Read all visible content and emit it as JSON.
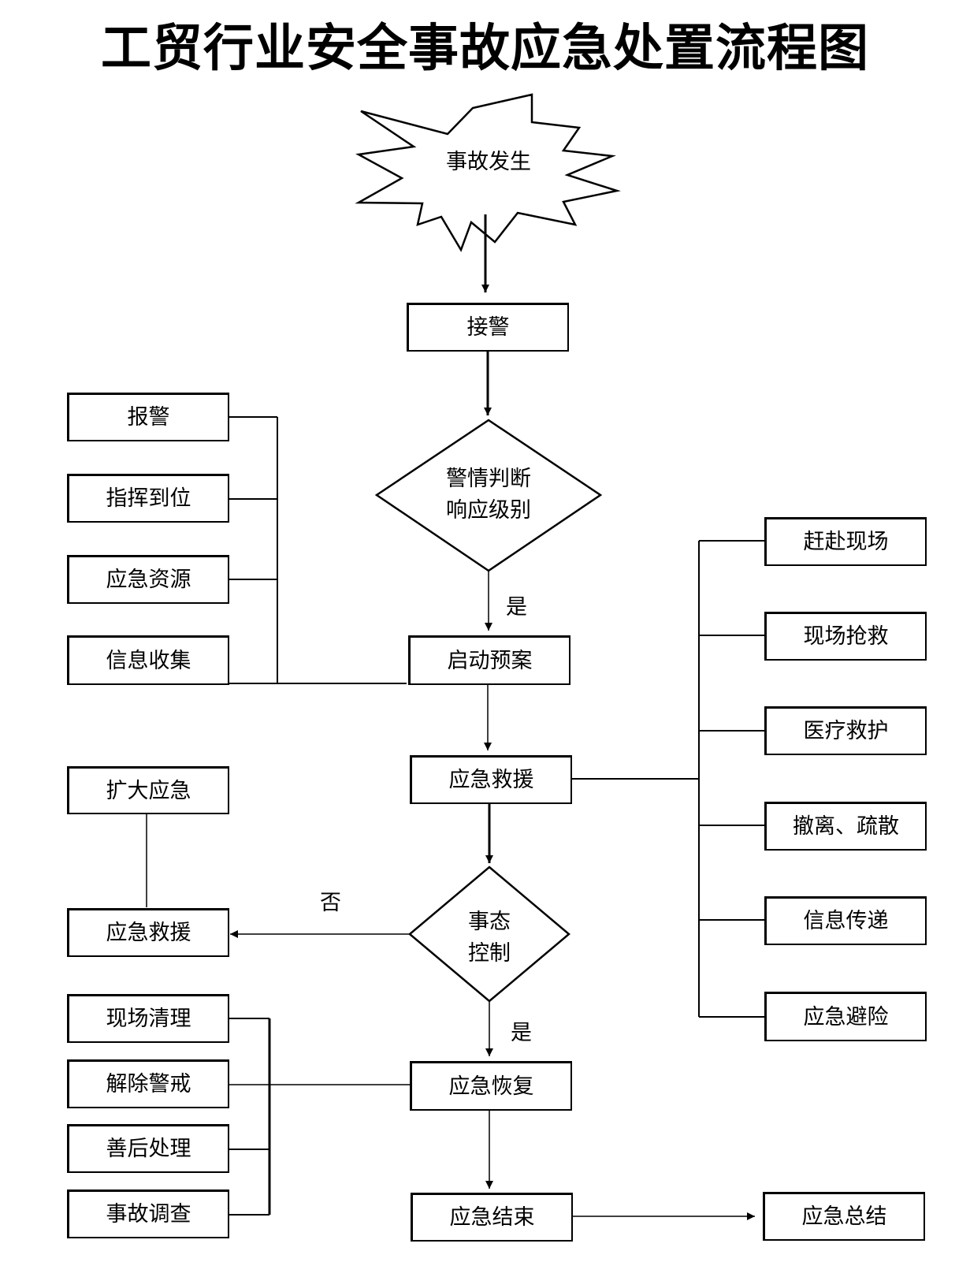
{
  "title": "工贸行业安全事故应急处置流程图",
  "start": "事故发生",
  "main": {
    "jiejing": "接警",
    "judge_line1": "警情判断",
    "judge_line2": "响应级别",
    "yes1": "是",
    "qidong": "启动预案",
    "jiuyuan": "应急救援",
    "state_line1": "事态",
    "state_line2": "控制",
    "no": "否",
    "yes2": "是",
    "huifu": "应急恢复",
    "jieshu": "应急结束",
    "zongjie": "应急总结"
  },
  "left_top": [
    "报警",
    "指挥到位",
    "应急资源",
    "信息收集"
  ],
  "left_mid": {
    "expand": "扩大应急",
    "rescue": "应急救援"
  },
  "left_bottom": [
    "现场清理",
    "解除警戒",
    "善后处理",
    "事故调查"
  ],
  "right": [
    "赶赴现场",
    "现场抢救",
    "医疗救护",
    "撤离、疏散",
    "信息传递",
    "应急避险"
  ]
}
